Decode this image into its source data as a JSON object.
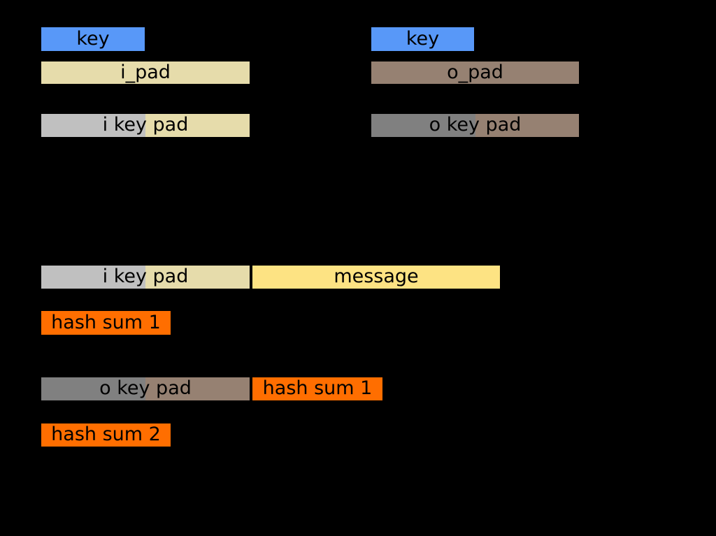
{
  "diagram": {
    "description": "HMAC construction block diagram",
    "colors": {
      "background": "#000000",
      "key_blue": "#5898f8",
      "i_pad_tan": "#e6dcab",
      "i_key_gray": "#c0c0c0",
      "o_pad_brown": "#968172",
      "o_key_gray": "#808080",
      "message_yellow": "#fde383",
      "hash_orange": "#ff6e00",
      "label_text": "#000000"
    },
    "blocks": {
      "key": "key",
      "i_pad": "i_pad",
      "o_pad": "o_pad",
      "i_key_pad": "i key pad",
      "o_key_pad": "o key pad",
      "message": "message",
      "hash_sum_1": "hash sum 1",
      "hash_sum_2": "hash sum 2"
    }
  }
}
